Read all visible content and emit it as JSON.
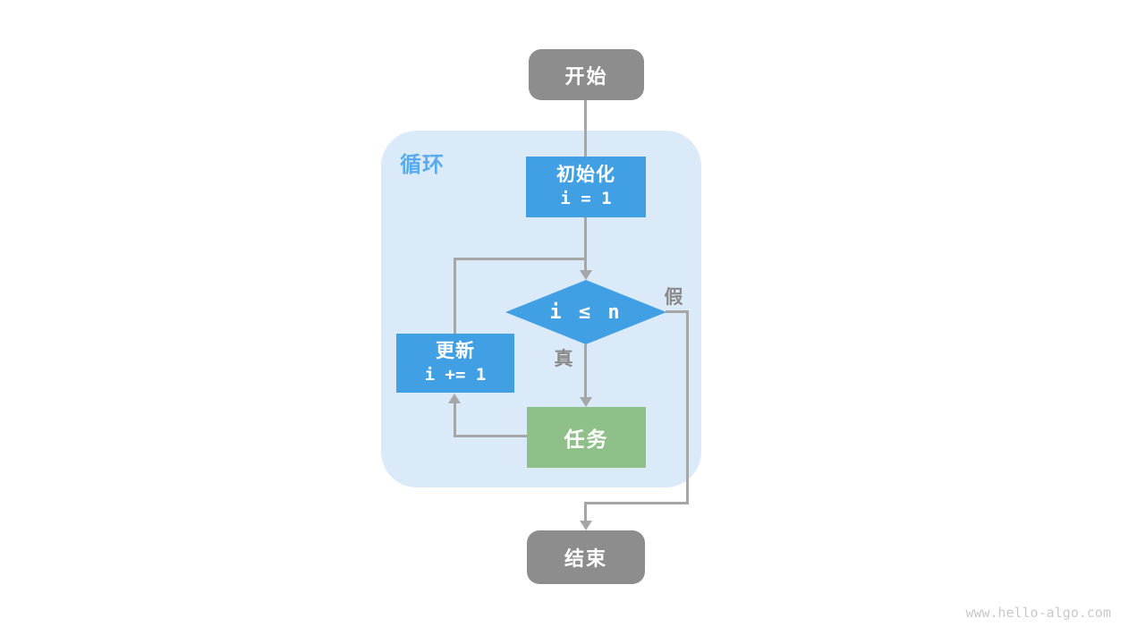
{
  "page": {
    "watermark": "www.hello-algo.com"
  },
  "colors": {
    "background": "#ffffff",
    "loop_container": "#DBEAF9",
    "loop_label": "#58ACEE",
    "node_blue": "#41A0E4",
    "node_green": "#8FC08A",
    "node_gray": "#8D8D8D",
    "connector": "#A6A6A6",
    "branch_label": "#8A8A8A",
    "watermark_text": "#C9C9C9",
    "node_text": "#ffffff"
  },
  "flowchart": {
    "container_label": "循环",
    "nodes": {
      "start": {
        "label": "开始"
      },
      "init": {
        "label": "初始化",
        "code": "i = 1"
      },
      "condition": {
        "code": "i ≤ n"
      },
      "update": {
        "label": "更新",
        "code": "i += 1"
      },
      "task": {
        "label": "任务"
      },
      "end": {
        "label": "结束"
      }
    },
    "branches": {
      "true_label": "真",
      "false_label": "假"
    }
  }
}
